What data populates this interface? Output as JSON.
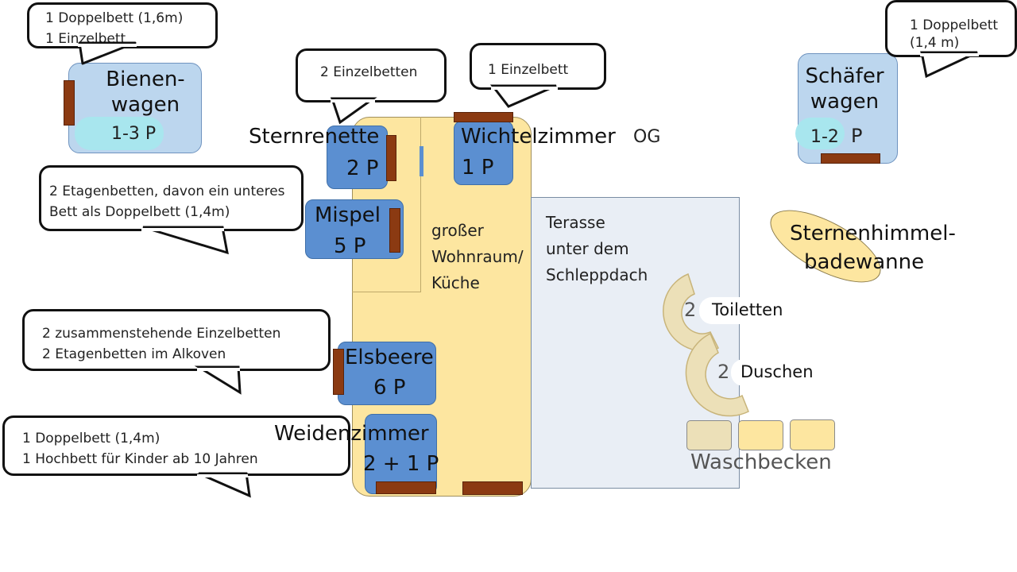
{
  "colors": {
    "house": "#fde6a0",
    "room": "#5b8fd1",
    "wagon": "#bcd6ee",
    "bed": "#8b3a12",
    "terrace": "#e9eef5",
    "bathtub": "#fde6a0"
  },
  "bubbles": {
    "bienenwagen": [
      "1 Doppelbett (1,6m)",
      "1 Einzelbett"
    ],
    "sternrenette": [
      "2 Einzelbetten"
    ],
    "wichtelzimmer": [
      "1 Einzelbett"
    ],
    "schaeferwagen": [
      "1 Doppelbett",
      "(1,4 m)"
    ],
    "mispel": [
      "2 Etagenbetten, davon ein unteres",
      "Bett als Doppelbett (1,4m)"
    ],
    "elsbeere": [
      "2 zusammenstehende Einzelbetten",
      "2 Etagenbetten im Alkoven"
    ],
    "weidenzimmer": [
      "1 Doppelbett (1,4m)",
      "1 Hochbett für Kinder ab 10 Jahren"
    ]
  },
  "rooms": {
    "bienenwagen": {
      "name_1": "Bienen-",
      "name_2": "wagen",
      "capacity": "1-3 P"
    },
    "schaeferwagen": {
      "name_1": "Schäfer",
      "name_2": "wagen",
      "capacity_a": "1-2",
      "capacity_b": "P"
    },
    "sternrenette": {
      "name": "Sternrenette",
      "capacity": "2 P"
    },
    "wichtelzimmer": {
      "name": "Wichtelzimmer",
      "capacity": "1 P",
      "floor": "OG"
    },
    "mispel": {
      "name": "Mispel",
      "capacity": "5 P"
    },
    "elsbeere": {
      "name": "Elsbeere",
      "capacity": "6 P"
    },
    "weidenzimmer": {
      "name": "Weidenzimmer",
      "capacity": "2 + 1 P"
    }
  },
  "areas": {
    "wohnraum": [
      "großer",
      "Wohnraum/",
      "Küche"
    ],
    "terrasse": [
      "Terasse",
      "unter dem",
      "Schleppdach"
    ],
    "bathtub": [
      "Sternenhimmel-",
      "badewanne"
    ],
    "toilets_count": "2",
    "toilets": "Toiletten",
    "showers_count": "2",
    "showers": "Duschen",
    "sinks": "Waschbecken"
  }
}
